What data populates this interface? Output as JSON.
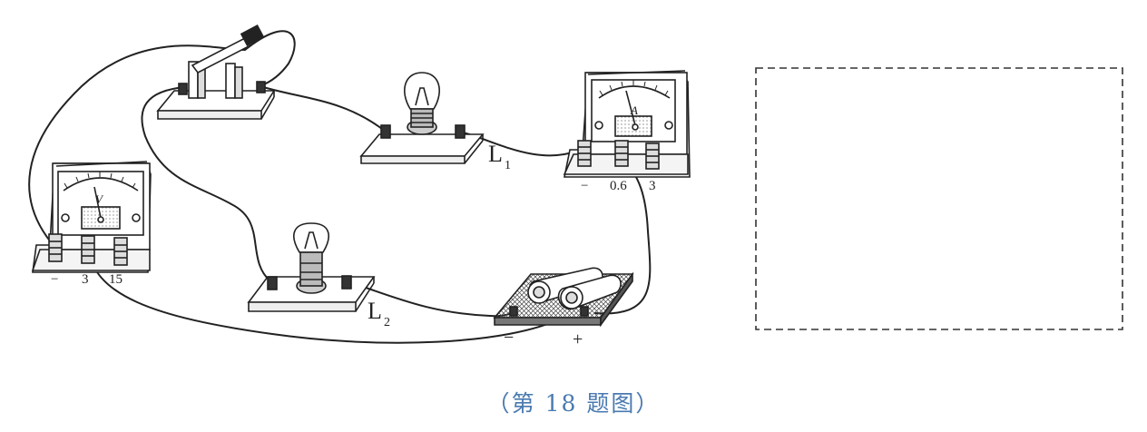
{
  "labels": {
    "lamp1": "L",
    "lamp1_sub": "1",
    "lamp2": "L",
    "lamp2_sub": "2",
    "ammeter_unit": "A",
    "voltmeter_unit": "V",
    "ammeter_terminals": [
      "−",
      "0.6",
      "3"
    ],
    "voltmeter_terminals": [
      "−",
      "3",
      "15"
    ],
    "battery_minus": "−",
    "battery_plus": "+"
  },
  "caption": "（第 18 题图）",
  "colors": {
    "line": "#222222",
    "caption": "#4a7ab0",
    "panel": "#f4f4f4"
  }
}
